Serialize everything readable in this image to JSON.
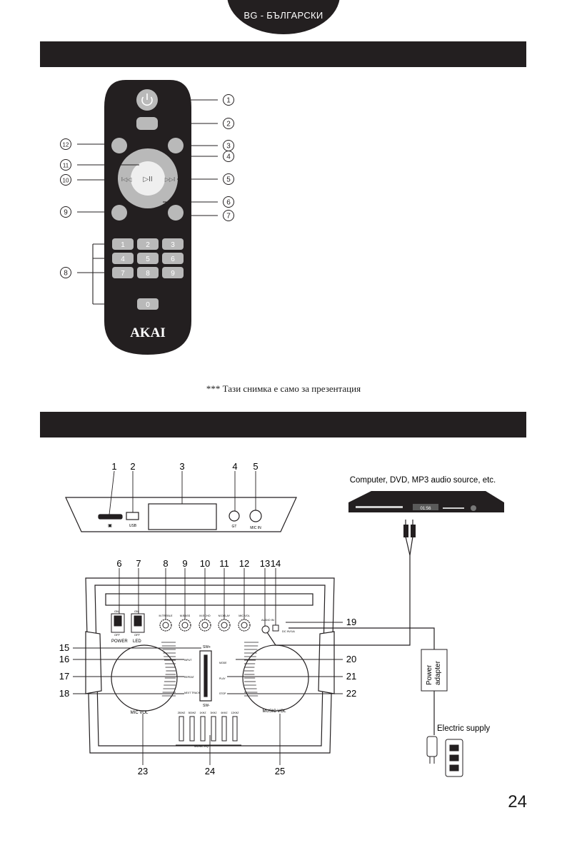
{
  "header": {
    "language": "BG - БЪЛГАРСКИ"
  },
  "remote": {
    "brand": "AKAI",
    "play_glyph": "▷II",
    "prev_glyph": "I◁◁",
    "next_glyph": "▷▷I",
    "keys": [
      "1",
      "2",
      "3",
      "4",
      "5",
      "6",
      "7",
      "8",
      "9",
      "0"
    ],
    "callouts": [
      "1",
      "2",
      "3",
      "4",
      "5",
      "6",
      "7",
      "8",
      "9",
      "10",
      "11",
      "12"
    ]
  },
  "caption": "*** Тази снимка е само за презентация",
  "diagram": {
    "top_numbers": [
      "1",
      "2",
      "3",
      "4",
      "5"
    ],
    "panel_numbers": [
      "6",
      "7",
      "8",
      "9",
      "10",
      "11",
      "12",
      "13",
      "14"
    ],
    "left_numbers": [
      "15",
      "16",
      "17",
      "18"
    ],
    "right_numbers": [
      "19",
      "20",
      "21",
      "22"
    ],
    "bottom_numbers": [
      "23",
      "24",
      "25"
    ],
    "top_panel_labels": {
      "gt": "GT",
      "mic_in": "MIC IN",
      "usb": "USB"
    },
    "switch_labels": {
      "on": "ON",
      "off": "OFF",
      "power": "POWER",
      "led": "LED"
    },
    "knob_labels": [
      "M.TREBLE",
      "M.BASS",
      "M.ECHO",
      "M.DELAY",
      "MIC VOL"
    ],
    "aux_label": "AUDIO IN",
    "dc_label": "DC 9V/1A",
    "slider_labels": {
      "top": "SW+",
      "bottom": "SW-"
    },
    "left_buttons": [
      "INPUT",
      "REPEAT",
      "NEXT TRACK"
    ],
    "right_buttons": [
      "MODE",
      "PLAY",
      "STOP"
    ],
    "eq_labels": [
      "250HZ",
      "500HZ",
      "1KHZ",
      "3KHZ",
      "6KHZ",
      "12KHZ"
    ],
    "eq_group_label": "MUSIC EQ",
    "mic_vol": "MIC VOL",
    "music_vol": "MUSIC VOL",
    "source_label": "Computer, DVD, MP3 audio source, etc.",
    "dvd_display": "01:56",
    "adapter_label": [
      "Power",
      "adapter"
    ],
    "supply_label": "Electric supply"
  },
  "page_number": "24"
}
